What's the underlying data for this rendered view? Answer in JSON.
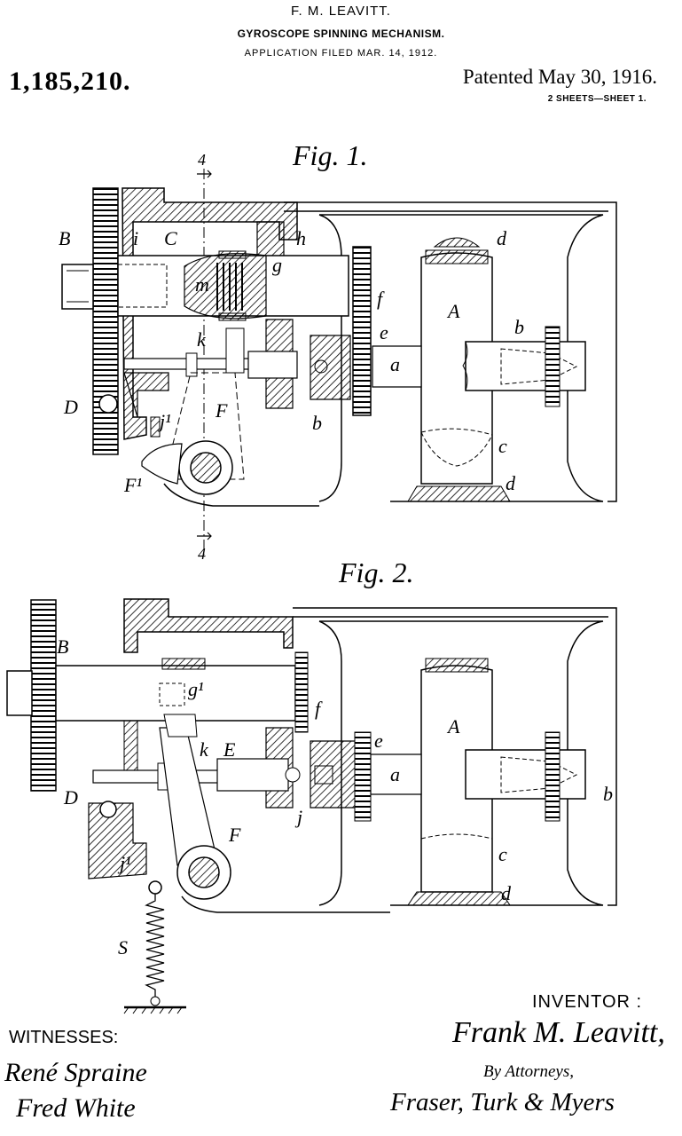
{
  "header": {
    "inventor": "F. M. LEAVITT.",
    "title": "GYROSCOPE SPINNING MECHANISM.",
    "application": "APPLICATION FILED MAR. 14, 1912.",
    "patent_number": "1,185,210.",
    "patented": "Patented May 30, 1916.",
    "sheets": "2 SHEETS—SHEET 1."
  },
  "figures": {
    "fig1": {
      "title": "Fig. 1.",
      "labels": {
        "section_top": "4",
        "section_bottom": "4",
        "B": "B",
        "i": "i",
        "C": "C",
        "h": "h",
        "d_top": "d",
        "g": "g",
        "m": "m",
        "f": "f",
        "A": "A",
        "e": "e",
        "b_right": "b",
        "k": "k",
        "a": "a",
        "D": "D",
        "j1": "j¹",
        "F": "F",
        "b_lower": "b",
        "c": "c",
        "F1": "F¹",
        "d_bottom": "d"
      }
    },
    "fig2": {
      "title": "Fig. 2.",
      "labels": {
        "B": "B",
        "g1": "g¹",
        "f": "f",
        "A": "A",
        "e": "e",
        "k": "k",
        "E": "E",
        "a": "a",
        "b": "b",
        "D": "D",
        "j": "j",
        "F": "F",
        "c": "c",
        "j1": "j¹",
        "d": "d",
        "S": "S"
      }
    }
  },
  "footer": {
    "inventor_label": "INVENTOR :",
    "inventor_signature": "Frank M. Leavitt,",
    "witnesses_label": "WITNESSES:",
    "witness_1": "René Spraine",
    "witness_2": "Fred White",
    "by_attorneys": "By Attorneys,",
    "attorney_signature": "Fraser, Turk & Myers"
  }
}
